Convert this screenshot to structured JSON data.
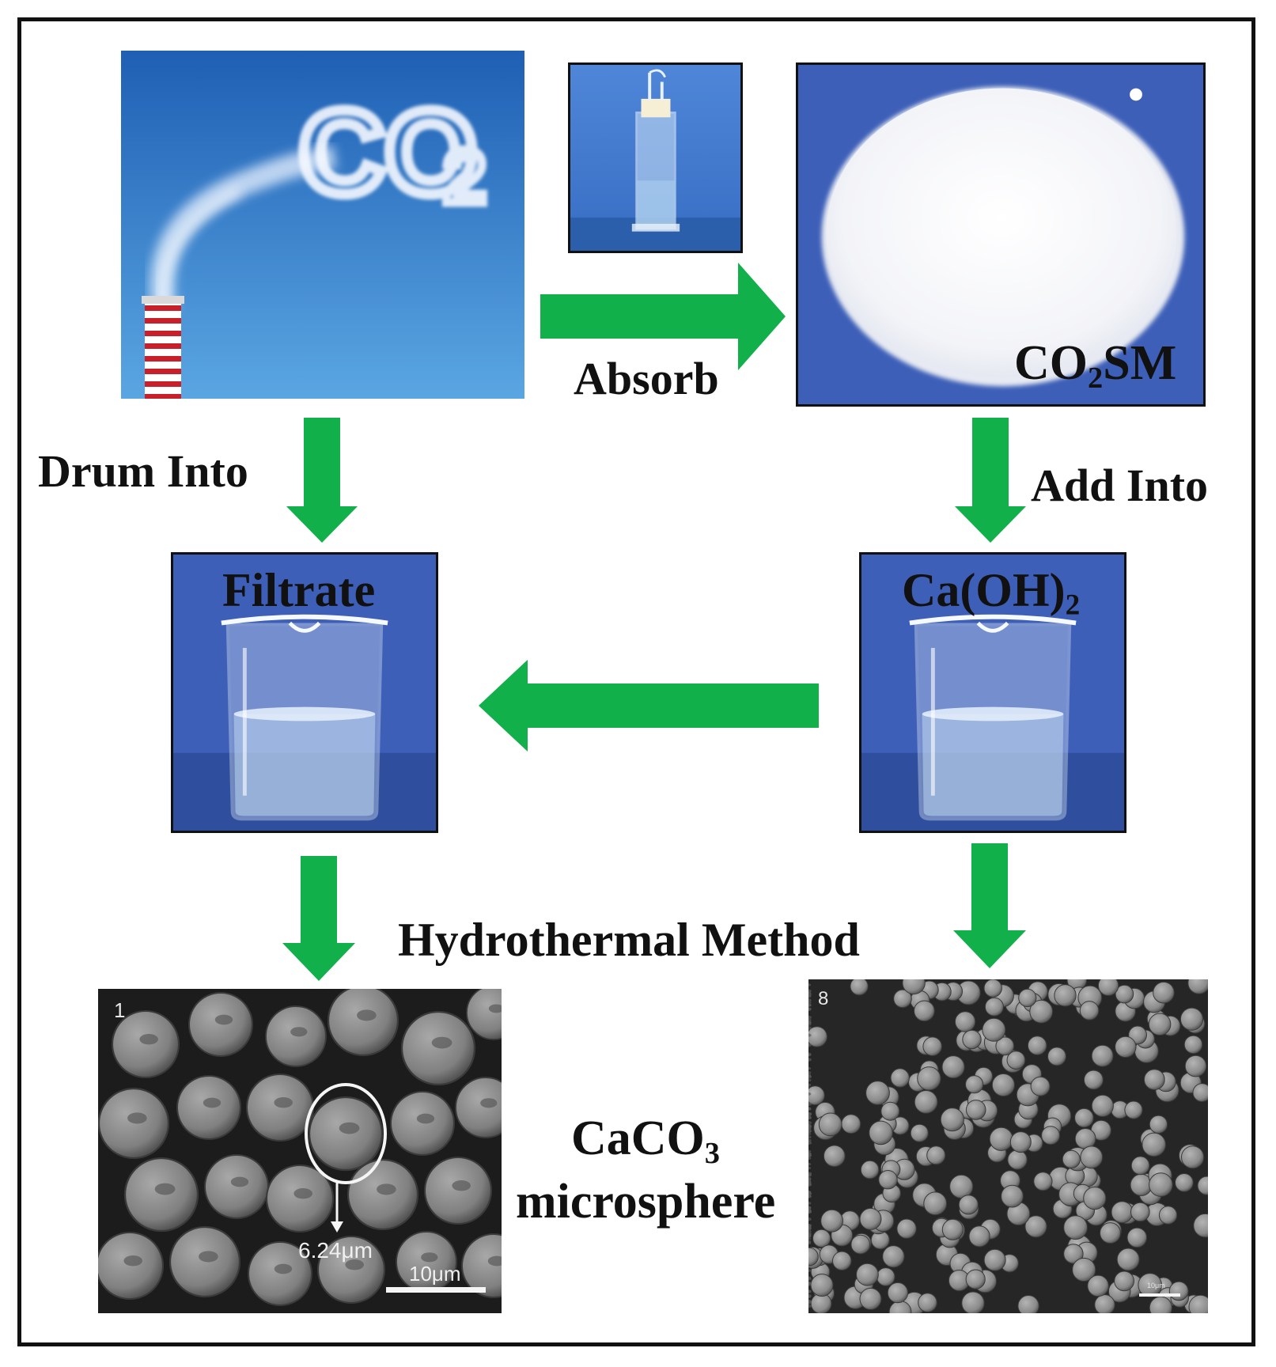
{
  "labels": {
    "absorb": "Absorb",
    "co2sm_main": "CO",
    "co2sm_sub": "2",
    "co2sm_tail": "SM",
    "drum_into": "Drum Into",
    "add_into": "Add Into",
    "filtrate": "Filtrate",
    "caoh2_main": "Ca(OH)",
    "caoh2_sub": "2",
    "hydrothermal": "Hydrothermal Method",
    "caco3_main": "CaCO",
    "caco3_sub": "3",
    "microsphere": "microsphere"
  },
  "sky_text": {
    "main": "CO",
    "sub": "2"
  },
  "sem_left": {
    "tag": "1",
    "size_label": "6.24μm",
    "scale_label": "10μm"
  },
  "sem_right": {
    "tag": "8",
    "scale_label": "10μm"
  },
  "colors": {
    "arrow_green": "#12b04a",
    "panel_blue": "#3d5fb8",
    "sky_top": "#1f5fb4",
    "sky_bottom": "#5aa6e2",
    "frame": "#111111"
  }
}
